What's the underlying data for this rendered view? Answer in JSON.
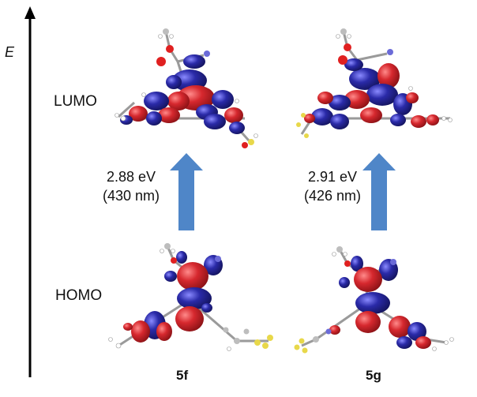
{
  "axis": {
    "label": "E"
  },
  "states": {
    "lumo": "LUMO",
    "homo": "HOMO"
  },
  "transitions": [
    {
      "energy": "2.88 eV",
      "wavelength": "(430 nm)"
    },
    {
      "energy": "2.91 eV",
      "wavelength": "(426 nm)"
    }
  ],
  "compounds": [
    "5f",
    "5g"
  ],
  "colors": {
    "arrow": "#4f86c8",
    "lobe_positive": "#d6282e",
    "lobe_negative": "#2a2aa8",
    "atom_carbon": "#8c8c8c",
    "atom_hydrogen": "#ffffff",
    "atom_oxygen": "#e02020",
    "atom_nitrogen": "#6b6bd8",
    "atom_fluorine": "#e8d84a"
  }
}
